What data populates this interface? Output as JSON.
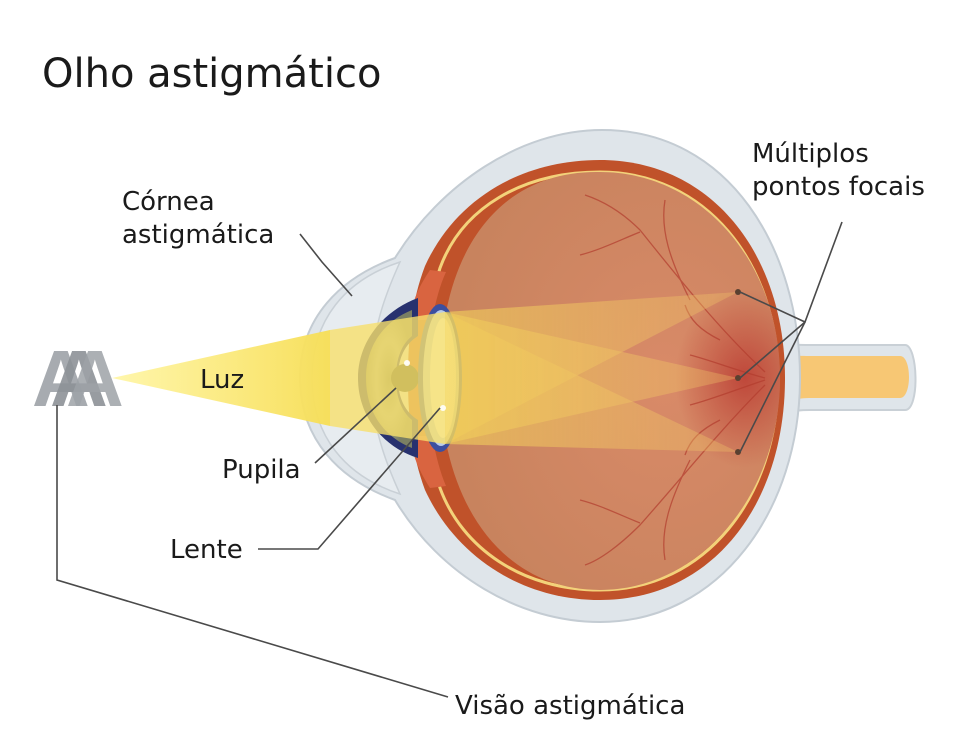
{
  "title": "Olho astigmático",
  "labels": {
    "cornea_line1": "Córnea",
    "cornea_line2": "astigmática",
    "focal_line1": "Múltiplos",
    "focal_line2": "pontos focais",
    "light": "Luz",
    "pupil": "Pupila",
    "lens": "Lente",
    "vision": "Visão astigmática"
  },
  "colors": {
    "sclera": "#dfe5ea",
    "retina_outer": "#c0522a",
    "vitreous": "#cf8a62",
    "retina_line": "#f3d27a",
    "iris": "#8f9477",
    "light": "#f6d94a",
    "optic_nerve": "#f7c774"
  }
}
